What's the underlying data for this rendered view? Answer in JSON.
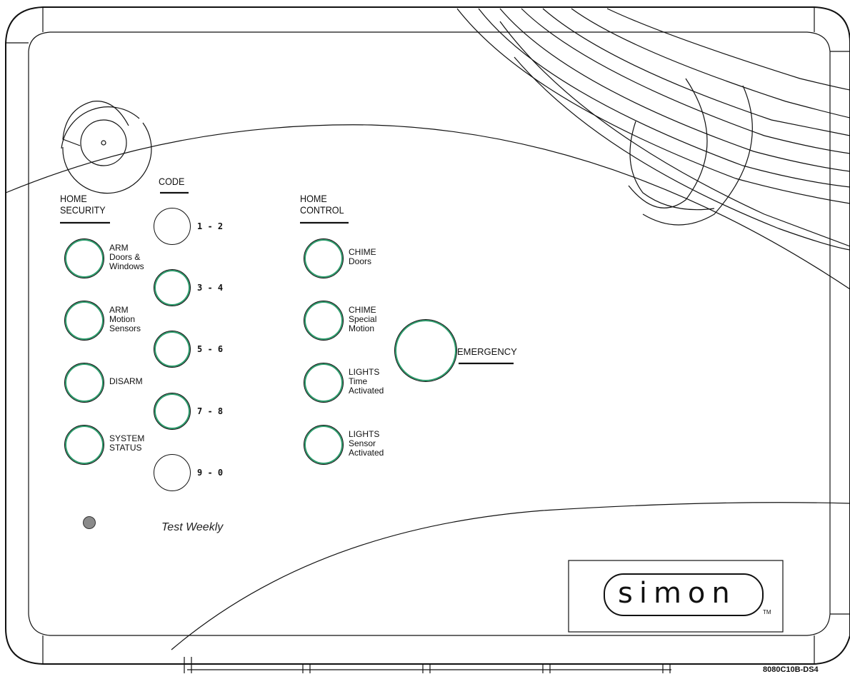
{
  "headings": {
    "home_security": [
      "HOME",
      "SECURITY"
    ],
    "code": "CODE",
    "home_control": [
      "HOME",
      "CONTROL"
    ]
  },
  "security_buttons": [
    {
      "lines": [
        "ARM",
        "Doors &",
        "Windows"
      ]
    },
    {
      "lines": [
        "ARM",
        "Motion",
        "Sensors"
      ]
    },
    {
      "lines": [
        "DISARM"
      ]
    },
    {
      "lines": [
        "SYSTEM",
        "STATUS"
      ]
    }
  ],
  "code_keys": [
    "1 - 2",
    "3 - 4",
    "5 - 6",
    "7 - 8",
    "9 - 0"
  ],
  "control_buttons": [
    {
      "lines": [
        "CHIME",
        "Doors"
      ]
    },
    {
      "lines": [
        "CHIME",
        "Special",
        "Motion"
      ]
    },
    {
      "lines": [
        "LIGHTS",
        "Time",
        "Activated"
      ]
    },
    {
      "lines": [
        "LIGHTS",
        "Sensor",
        "Activated"
      ]
    }
  ],
  "emergency_label": "EMERGENCY",
  "test_label": "Test Weekly",
  "brand": {
    "name": "simon",
    "trademark": "TM"
  },
  "part_number": "8080C10B-DS4",
  "colors": {
    "button_ring": "#2a9a6a",
    "led": "#8a8a8a",
    "line": "#111111"
  }
}
